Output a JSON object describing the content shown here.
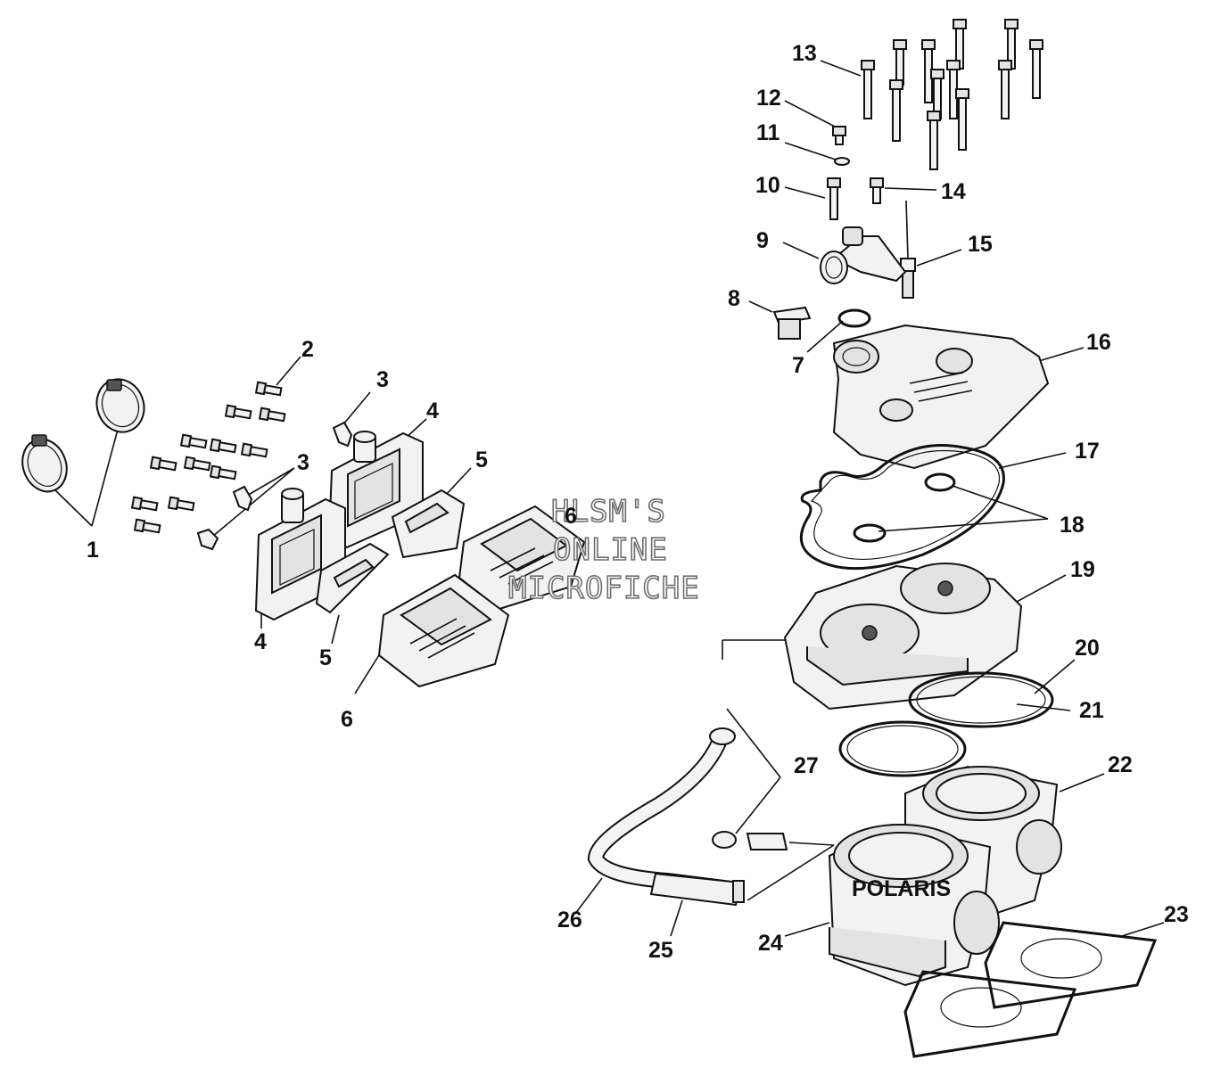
{
  "watermark": {
    "line1": "HLSM'S",
    "line2": "ONLINE",
    "line3": "MICROFICHE"
  },
  "branding": {
    "cylinder_text": "POLARIS"
  },
  "callouts": [
    {
      "id": "c1",
      "text": "1"
    },
    {
      "id": "c2",
      "text": "2"
    },
    {
      "id": "c3a",
      "text": "3"
    },
    {
      "id": "c3b",
      "text": "3"
    },
    {
      "id": "c4a",
      "text": "4"
    },
    {
      "id": "c4b",
      "text": "4"
    },
    {
      "id": "c5a",
      "text": "5"
    },
    {
      "id": "c5b",
      "text": "5"
    },
    {
      "id": "c6a",
      "text": "6"
    },
    {
      "id": "c6b",
      "text": "6"
    },
    {
      "id": "c7",
      "text": "7"
    },
    {
      "id": "c8",
      "text": "8"
    },
    {
      "id": "c9",
      "text": "9"
    },
    {
      "id": "c10",
      "text": "10"
    },
    {
      "id": "c11",
      "text": "11"
    },
    {
      "id": "c12",
      "text": "12"
    },
    {
      "id": "c13",
      "text": "13"
    },
    {
      "id": "c14",
      "text": "14"
    },
    {
      "id": "c15",
      "text": "15"
    },
    {
      "id": "c16",
      "text": "16"
    },
    {
      "id": "c17",
      "text": "17"
    },
    {
      "id": "c18",
      "text": "18"
    },
    {
      "id": "c19",
      "text": "19"
    },
    {
      "id": "c20",
      "text": "20"
    },
    {
      "id": "c21",
      "text": "21"
    },
    {
      "id": "c22",
      "text": "22"
    },
    {
      "id": "c23",
      "text": "23"
    },
    {
      "id": "c24",
      "text": "24"
    },
    {
      "id": "c25",
      "text": "25"
    },
    {
      "id": "c26",
      "text": "26"
    },
    {
      "id": "c27",
      "text": "27"
    }
  ]
}
